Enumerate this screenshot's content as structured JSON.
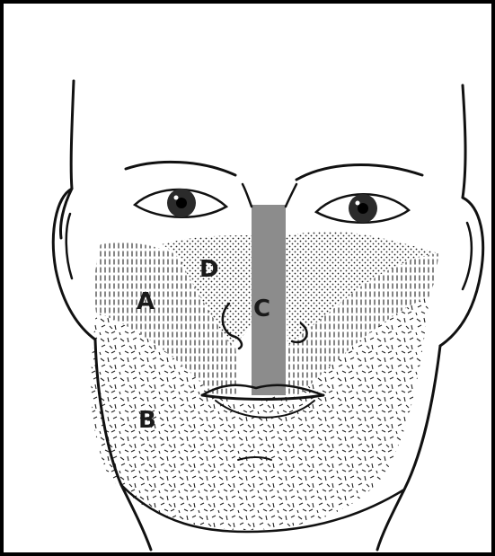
{
  "diagram": {
    "zones": [
      {
        "id": "A",
        "label": "A"
      },
      {
        "id": "B",
        "label": "B"
      },
      {
        "id": "C",
        "label": "C"
      },
      {
        "id": "D",
        "label": "D"
      }
    ],
    "colors": {
      "frame": "#000000",
      "line": "#111111",
      "nose_band": "#8c8c8c",
      "background": "#ffffff"
    }
  }
}
